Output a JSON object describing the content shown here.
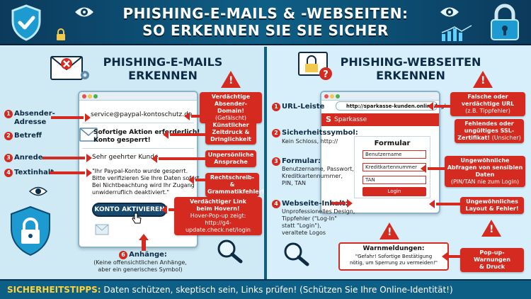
{
  "header": {
    "title_line1": "PHISHING-E-MAILS & -WEBSEITEN:",
    "title_line2": "SO ERKENNEN SIE SIE SICHER"
  },
  "left": {
    "title_line1": "PHISHING-E-MAILS",
    "title_line2": "ERKENNEN",
    "labels": {
      "absender_num": "1",
      "absender_1": "Absender-",
      "absender_2": "Adresse",
      "betreff_num": "2",
      "betreff": "Betreff",
      "anrede_num": "3",
      "anrede": "Anrede",
      "textinhalt_num": "4",
      "textinhalt": "Textinhalt",
      "anhaenge_num": "6",
      "anhaenge": "Anhänge:",
      "anhaenge_note_1": "(Keine offensichtlichen Anhänge,",
      "anhaenge_note_2": "aber ein generisches Symbol)"
    },
    "email": {
      "sender": "service@paypal-kontoschutz.de",
      "subject_1": "Sofortige Aktion erforderlich!",
      "subject_2": "Konto gesperrt!",
      "greeting": "Sehr geehrter Kunde,",
      "body_1": "\"Ihr Paypal-Konto wurde gesperrt.",
      "body_2": "Bitte verifizieren Sie Ihre Daten sofort.",
      "body_3": "Bei Nichtbeachtung wird Ihr Zugang",
      "body_4": "unwiderruflich deaktiviert.\"",
      "button": "KONTO AKTIVIEREN"
    },
    "callouts": {
      "c1_title_1": "Verdächtige",
      "c1_title_2": "Absender-Domain!",
      "c1_sub": "(Gefälscht)",
      "c2_1": "Künstlicher",
      "c2_2": "Zeitdruck &",
      "c2_3": "Dringlichkeit",
      "c3_1": "Unpersönliche",
      "c3_2": "Ansprache",
      "c4_1": "Rechtschreib- &",
      "c4_2": "Grammatikfehler!",
      "c5_title_1": "Verdächtiger Link",
      "c5_title_2": "beim Hovern!",
      "c5_sub_1": "Hover-Pop-up zeigt:",
      "c5_sub_2": "http://g4-update.check.net/login"
    }
  },
  "right": {
    "title_line1": "PHISHING-WEBSEITEN",
    "title_line2": "ERKENNEN",
    "labels": {
      "url_num": "1",
      "url": "URL-Leiste",
      "ssl_num": "2",
      "ssl": "Sicherheitssymbol:",
      "ssl_note": "Kein Schloss, http://",
      "formular_num": "3",
      "formular": "Formular:",
      "formular_note_1": "Benutzername, Passwort,",
      "formular_note_2": "Kreditkartennummer,",
      "formular_note_3": "PIN, TAN",
      "inhalt_num": "4",
      "inhalt": "Webseite-Inhalt:",
      "inhalt_note_1": "Unprofessionelles Design,",
      "inhalt_note_2": "Tippfehler (\"Log-In\"",
      "inhalt_note_3": "statt \"Login\"),",
      "inhalt_note_4": "veraltete Logos"
    },
    "browser": {
      "url": "http://sparkasse-kunden.online/login",
      "bank": "Sparkasse",
      "form_title": "Formular",
      "field_user": "Benutzername",
      "field_card": "Kreditkartennummer",
      "field_tan": "TAN",
      "login": "Login"
    },
    "callouts": {
      "r1_1": "Falsche oder",
      "r1_2": "verdächtige URL",
      "r1_sub": "(z.B. Tippfehler)",
      "r2_1": "Fehlendes oder",
      "r2_2": "ungültiges SSL-",
      "r2_3": "Zertifikat!",
      "r2_sub": "(Unsicher)",
      "r3_1": "Ungewöhnliche",
      "r3_2": "Abfragen von sensiblen",
      "r3_3": "Daten",
      "r3_sub": "(PIN/TAN nie zum Login)",
      "r4_1": "Ungewöhnliches",
      "r4_2": "Layout & Fehler!",
      "r5_1": "Pop-up-Warnungen",
      "r5_2": "& Druck"
    },
    "popup": {
      "title": "Warnmeldungen:",
      "text_1": "\"Gefahr! Sofortige Bestätigung",
      "text_2": "nötig, um Sperrung zu vermeiden!\""
    }
  },
  "footer": {
    "highlight": "SICHERHEITSTIPPS:",
    "text": " Daten schützen, skeptisch sein, Links prüfen! (Schützen Sie Ihre Online-Identität!)"
  },
  "colors": {
    "accent_red": "#d42a1f",
    "header_blue": "#0e5f86",
    "highlight_yellow": "#ffd43b"
  }
}
